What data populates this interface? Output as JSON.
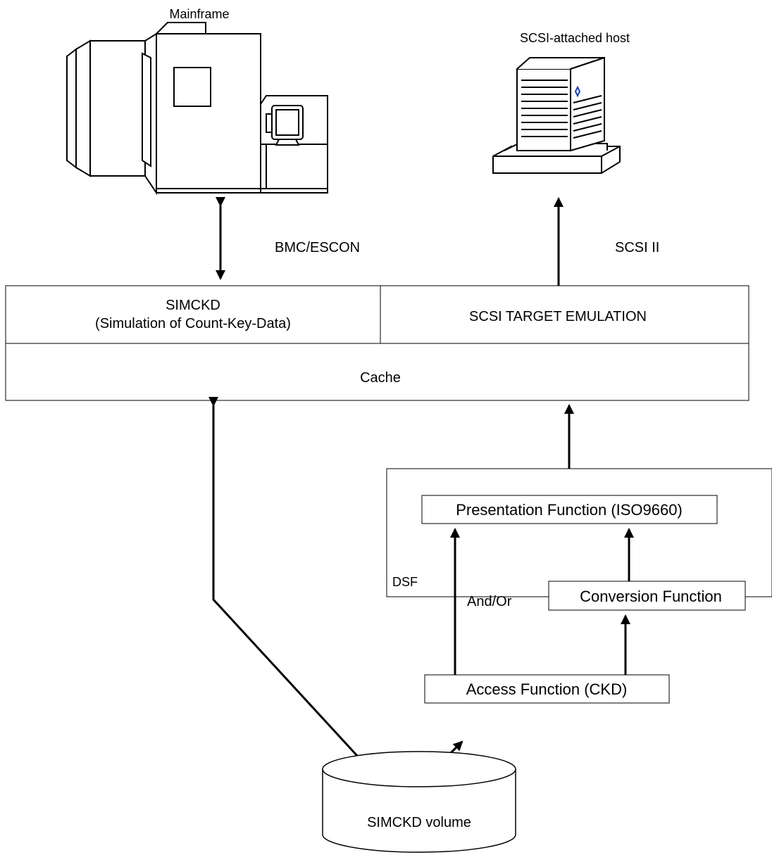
{
  "labels": {
    "mainframe": "Mainframe",
    "scsi_host": "SCSI-attached host",
    "bmc_escon": "BMC/ESCON",
    "scsi_ii": "SCSI II",
    "simckd_line1": "SIMCKD",
    "simckd_line2": "(Simulation of Count-Key-Data)",
    "scsi_target": "SCSI TARGET EMULATION",
    "cache": "Cache",
    "presentation": "Presentation Function (ISO9660)",
    "and_or": "And/Or",
    "conversion": "Conversion Function",
    "access": "Access Function (CKD)",
    "dsf": "DSF",
    "volume": "SIMCKD volume"
  },
  "icons": {
    "mainframe": "mainframe-computer-icon",
    "host": "tower-server-icon",
    "volume": "disk-cylinder-icon"
  },
  "colors": {
    "stroke": "#000000",
    "background": "#ffffff",
    "host_logo": "#1a3fb5"
  }
}
